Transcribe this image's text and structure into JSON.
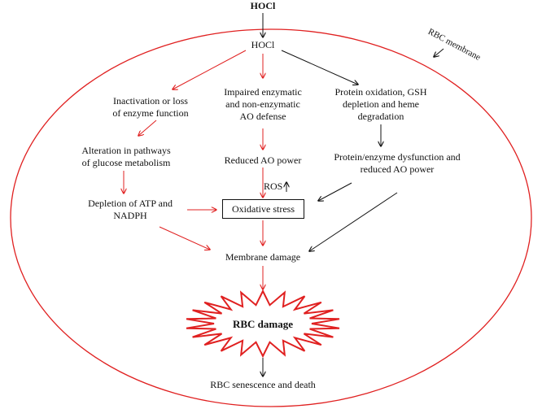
{
  "nodes": {
    "hocl_outside": "HOCl",
    "hocl_inside": "HOCl",
    "rbc_membrane": "RBC membrane",
    "inactivation": [
      "Inactivation  or loss",
      "of enzyme function"
    ],
    "impaired": [
      "Impaired enzymatic",
      "and non-enzymatic",
      "AO defense"
    ],
    "protein_ox": [
      "Protein oxidation,  GSH",
      "depletion and heme",
      "degradation"
    ],
    "alteration": [
      "Alteration  in pathways",
      "of glucose metabolism"
    ],
    "reduced_ao": "Reduced AO power",
    "protein_dys": [
      "Protein/enzyme dysfunction and",
      "reduced AO power"
    ],
    "ros": "ROS",
    "depletion": [
      "Depletion  of ATP and",
      "NADPH"
    ],
    "oxidative_stress": "Oxidative  stress",
    "membrane_damage": "Membrane damage",
    "rbc_damage": "RBC damage",
    "senescence": "RBC senescence and death"
  },
  "colors": {
    "red": "#e02020",
    "black": "#111111"
  }
}
